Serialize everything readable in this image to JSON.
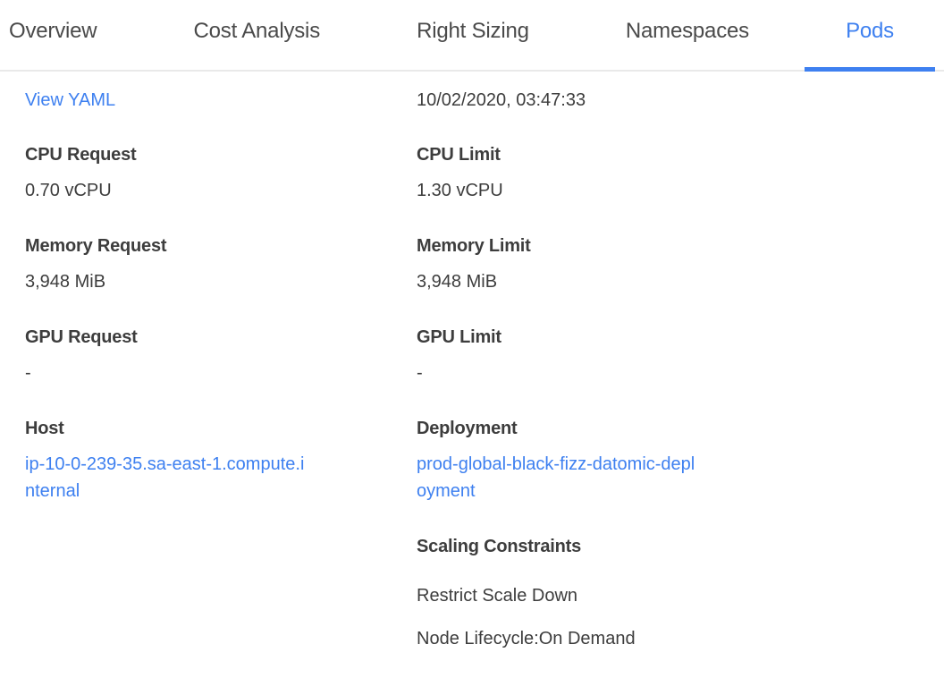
{
  "colors": {
    "accent_blue": "#3e80f0",
    "tab_inactive_text": "#4a4a4a",
    "body_text": "#3d3d3d",
    "divider": "#e9e9e9"
  },
  "tabs": [
    {
      "label": "Overview",
      "active": false
    },
    {
      "label": "Cost Analysis",
      "active": false
    },
    {
      "label": "Right Sizing",
      "active": false
    },
    {
      "label": "Namespaces",
      "active": false
    },
    {
      "label": "Pods",
      "active": true
    }
  ],
  "detail": {
    "view_yaml_label": "View YAML",
    "timestamp": "10/02/2020, 03:47:33",
    "left_fields": [
      {
        "label": "CPU Request",
        "value": "0.70 vCPU"
      },
      {
        "label": "Memory Request",
        "value": "3,948 MiB"
      },
      {
        "label": "GPU Request",
        "value": "-"
      },
      {
        "label": "Host",
        "value": "ip-10-0-239-35.sa-east-1.compute.internal"
      }
    ],
    "right_fields": [
      {
        "label": "CPU Limit",
        "value": "1.30 vCPU"
      },
      {
        "label": "Memory Limit",
        "value": "3,948 MiB"
      },
      {
        "label": "GPU Limit",
        "value": "-"
      },
      {
        "label": "Deployment",
        "value": "prod-global-black-fizz-datomic-deployment"
      }
    ],
    "scaling": {
      "label": "Scaling Constraints",
      "items": [
        "Restrict Scale Down",
        "Node Lifecycle:On Demand"
      ]
    }
  }
}
